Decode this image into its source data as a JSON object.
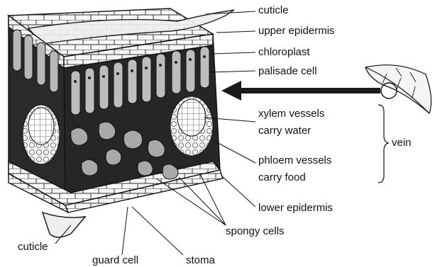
{
  "labels": {
    "cuticle_top": "cuticle",
    "upper_epidermis": "upper epidermis",
    "chloroplast": "chloroplast",
    "palisade_cell": "palisade cell",
    "xylem_line1": "xylem vessels",
    "xylem_line2": "carry water",
    "vein": "vein",
    "phloem_line1": "phloem vessels",
    "phloem_line2": "carry food",
    "lower_epidermis": "lower epidermis",
    "spongy_cells": "spongy cells",
    "cuticle_bottom": "cuticle",
    "guard_cell": "guard cell",
    "stoma": "stoma"
  },
  "colors": {
    "ink": "#111111",
    "mesophyll_dark": "#222222",
    "cell_grey": "#b4b4b4",
    "cell_light": "#dcdcdc",
    "cuticle_fill": "#eeeeee",
    "arrow": "#1a1a1a"
  }
}
